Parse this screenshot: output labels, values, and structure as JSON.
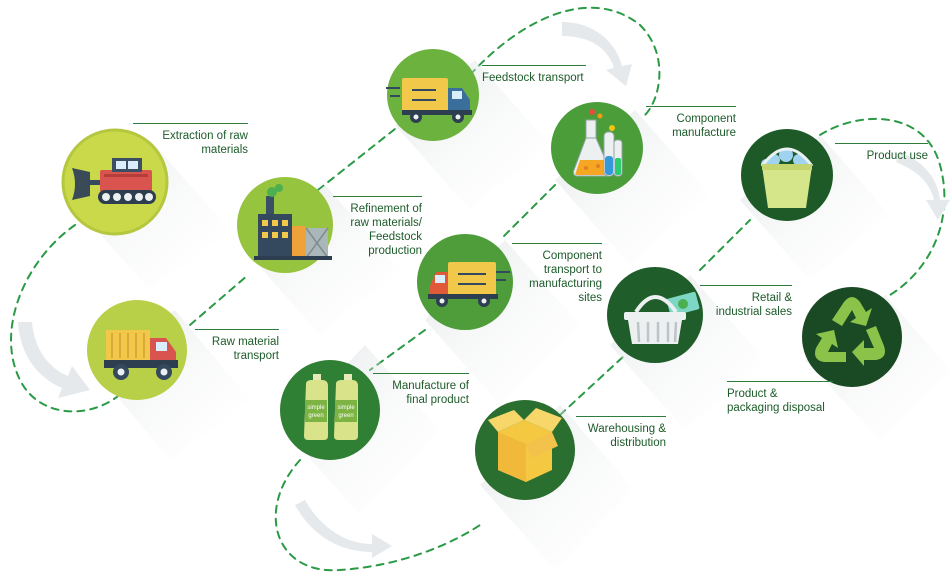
{
  "colors": {
    "dash": "#2a9a45",
    "arrow": "#e9ecee",
    "label": "#1d5b2a",
    "stage_light": "#c9d94a",
    "stage_mid": "#5aa73c",
    "stage_dark": "#25662f",
    "stage_darkest": "#1a4a23"
  },
  "stages": [
    {
      "id": "extraction",
      "icon": "bulldozer-icon",
      "lines": [
        "Extraction of raw",
        "materials"
      ]
    },
    {
      "id": "raw-transport",
      "icon": "dump-truck-icon",
      "lines": [
        "Raw material",
        "transport"
      ]
    },
    {
      "id": "refinement",
      "icon": "factory-icon",
      "lines": [
        "Refinement of",
        "raw materials/",
        "Feedstock",
        "production"
      ]
    },
    {
      "id": "feedstock-transport",
      "icon": "delivery-truck-icon",
      "lines": [
        "Feedstock transport"
      ]
    },
    {
      "id": "component-manufacture",
      "icon": "lab-flask-icon",
      "lines": [
        "Component",
        "manufacture"
      ]
    },
    {
      "id": "component-transport",
      "icon": "delivery-truck-icon",
      "lines": [
        "Component",
        "transport to",
        "manufacturing",
        "sites"
      ]
    },
    {
      "id": "final-manufacture",
      "icon": "product-bottles-icon",
      "lines": [
        "Manufacture of",
        "final product"
      ],
      "bottle_text": [
        "simple",
        "green"
      ]
    },
    {
      "id": "warehousing",
      "icon": "cardboard-box-icon",
      "lines": [
        "Warehousing &",
        "distribution"
      ]
    },
    {
      "id": "retail",
      "icon": "shopping-basket-icon",
      "lines": [
        "Retail &",
        "industrial sales"
      ]
    },
    {
      "id": "product-use",
      "icon": "bucket-icon",
      "lines": [
        "Product use"
      ]
    },
    {
      "id": "disposal",
      "icon": "recycle-icon",
      "lines": [
        "Product &",
        "packaging disposal"
      ]
    }
  ]
}
